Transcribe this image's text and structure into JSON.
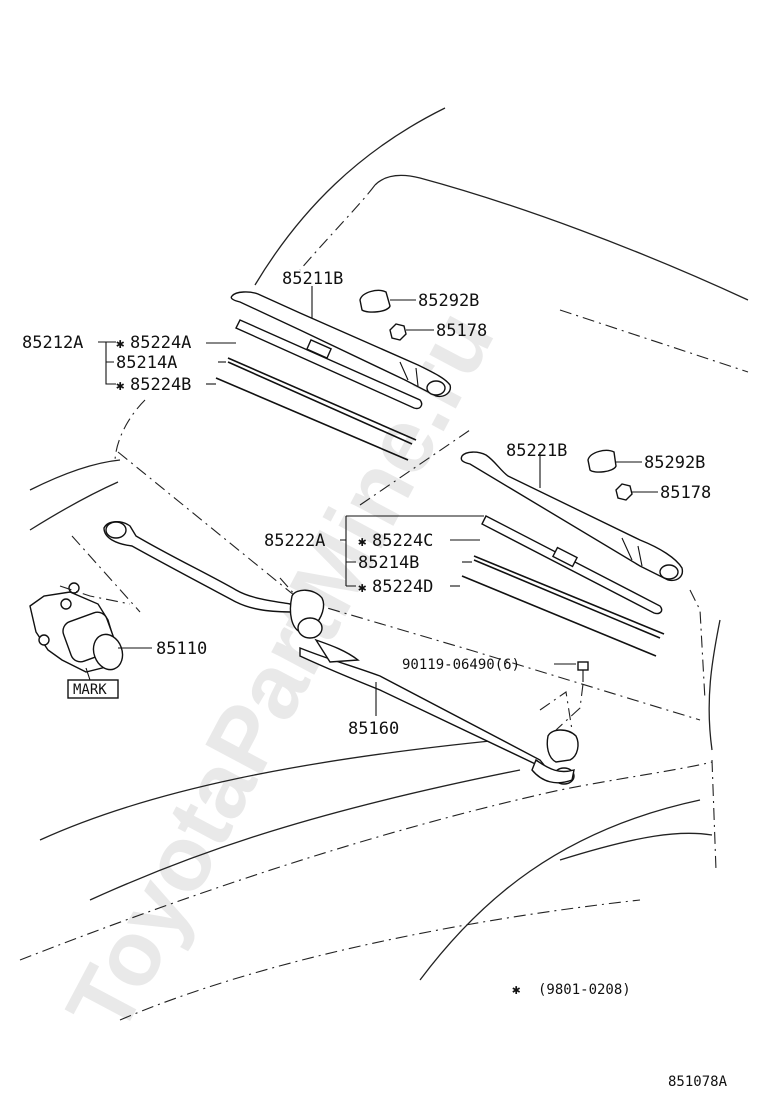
{
  "watermark": "ToyotaPartMine.ru",
  "parts": {
    "arm_left": "85211B",
    "cap_left": "85292B",
    "nut_left": "85178",
    "blade_assy_left": "85212A",
    "insert_left_a": "85224A",
    "blade_left": "85214A",
    "insert_left_b": "85224B",
    "arm_right": "85221B",
    "cap_right": "85292B",
    "nut_right": "85178",
    "blade_assy_right": "85222A",
    "insert_right_c": "85224C",
    "blade_right": "85214B",
    "insert_right_d": "85224D",
    "bolt": "90119-06490(6)",
    "motor": "85110",
    "link": "85160",
    "mark_label": "MARK"
  },
  "footnote": {
    "symbol": "✱",
    "text": "(9801-0208)"
  },
  "diagram_code": "851078A"
}
